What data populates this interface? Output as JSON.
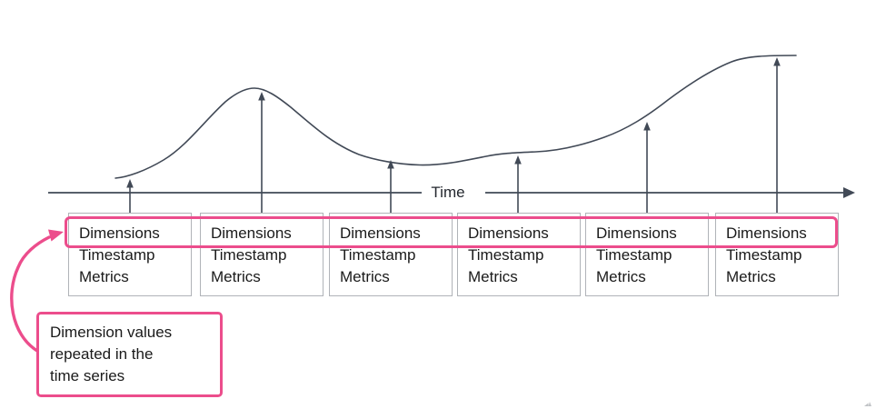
{
  "diagram": {
    "axis_label": "Time"
  },
  "records": [
    {
      "fields": [
        "Dimensions",
        "Timestamp",
        "Metrics"
      ]
    },
    {
      "fields": [
        "Dimensions",
        "Timestamp",
        "Metrics"
      ]
    },
    {
      "fields": [
        "Dimensions",
        "Timestamp",
        "Metrics"
      ]
    },
    {
      "fields": [
        "Dimensions",
        "Timestamp",
        "Metrics"
      ]
    },
    {
      "fields": [
        "Dimensions",
        "Timestamp",
        "Metrics"
      ]
    },
    {
      "fields": [
        "Dimensions",
        "Timestamp",
        "Metrics"
      ]
    }
  ],
  "annotation": {
    "lines": [
      "Dimension values",
      "repeated in the",
      "time series"
    ]
  },
  "colors": {
    "accent_pink": "#ec4d8c",
    "stroke_dark": "#414956",
    "box_border": "#b0b3b8",
    "text": "#1a1a1a"
  }
}
